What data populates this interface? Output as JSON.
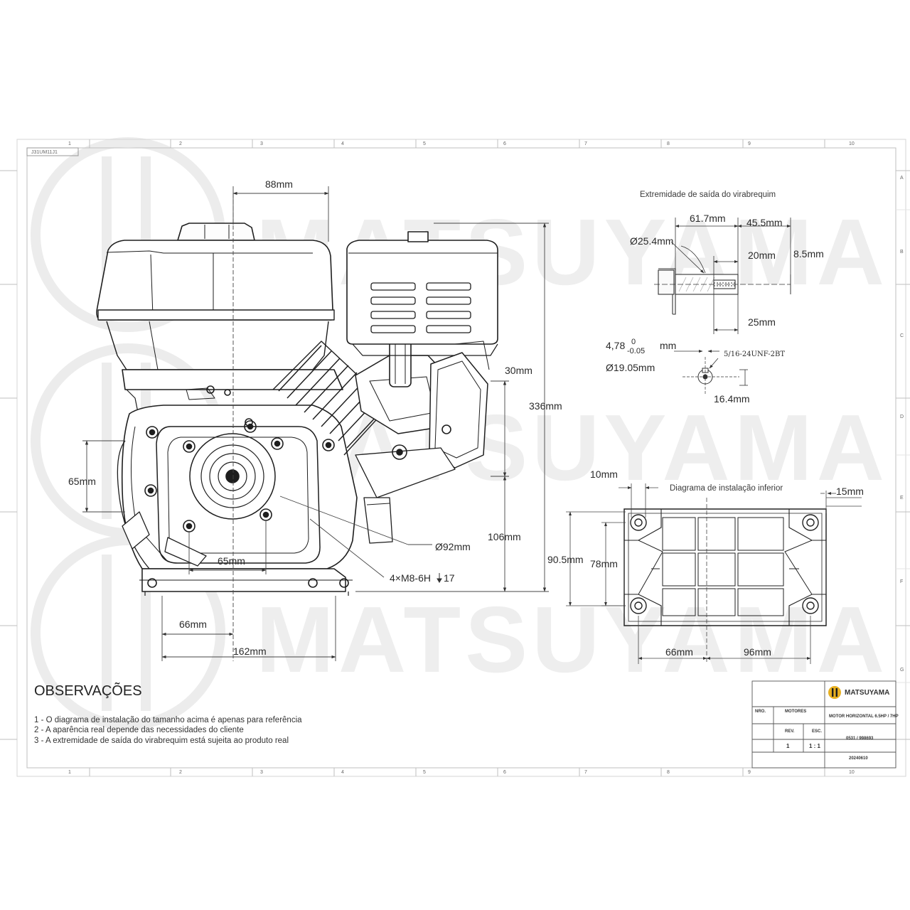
{
  "sheet": {
    "corner_label": "J31UM11J1",
    "grid_columns": [
      "1",
      "2",
      "3",
      "4",
      "5",
      "6",
      "7",
      "8",
      "9",
      "10"
    ],
    "grid_rows": [
      "A",
      "B",
      "C",
      "D",
      "E",
      "F",
      "G"
    ]
  },
  "watermark": {
    "brand": "MATSUYAMA",
    "colors": {
      "watermark": "#eeeeee"
    }
  },
  "front_view": {
    "dims": {
      "top_width": "88mm",
      "height_total": "336mm",
      "upper_offset": "30mm",
      "pto_height": "106mm",
      "left_bolt_spacing": "65mm",
      "flange_bolt_spacing": "65mm",
      "bore_diameter": "Ø92mm",
      "thread_spec": "4×M8-6H",
      "thread_depth": "17",
      "base_offset": "66mm",
      "base_width": "162mm"
    }
  },
  "crank_detail": {
    "title": "Extremidade de saída do virabrequim",
    "dims": {
      "length_a": "61.7mm",
      "length_b": "45.5mm",
      "shaft_diameter": "Ø25.4mm",
      "thread_length": "20mm",
      "hole_diameter": "8.5mm",
      "keyway_length": "25mm",
      "key_width": "4,78",
      "key_tol_upper": "0",
      "key_tol_lower": "-0.05",
      "key_unit": "mm",
      "thread_spec": "5/16-24UNF-2BT",
      "bore_diameter": "Ø19.05mm",
      "key_depth": "16.4mm"
    }
  },
  "base_diagram": {
    "title": "Diagrama de instalação inferior",
    "dims": {
      "slot_width": "10mm",
      "edge_offset": "15mm",
      "outer_depth": "90.5mm",
      "inner_depth": "78mm",
      "left_spacing": "66mm",
      "right_spacing": "96mm"
    }
  },
  "observations": {
    "title": "OBSERVAÇÕES",
    "lines": [
      "1 - O diagrama de instalação do tamanho acima é apenas para referência",
      "2 - A aparência real depende das necessidades do cliente",
      "3 - A extremidade de saída do virabrequim está sujeita ao produto real"
    ]
  },
  "title_block": {
    "brand": "MATSUYAMA",
    "no_label": "NRO.",
    "motores_label": "MOTORES",
    "description": "MOTOR HORIZONTAL 6.5HP / 7HP",
    "rev_label": "REV.",
    "rev_value": "1",
    "esc_label": "ESC.",
    "esc_value": "1 : 1",
    "code": "0531 / 998693",
    "date": "20240610",
    "colors": {
      "logo": "#e8b020"
    }
  }
}
